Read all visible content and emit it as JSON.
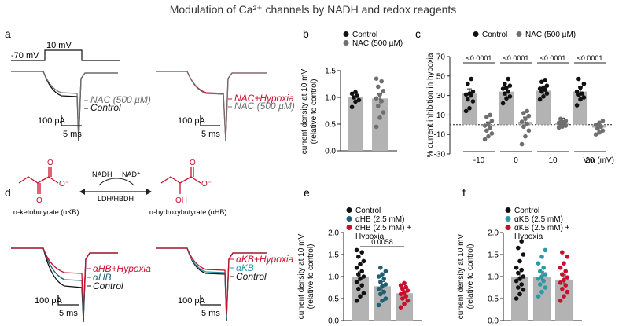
{
  "title": "Modulation of Ca²⁺ channels by NADH and redox reagents",
  "panel_labels": [
    "a",
    "b",
    "c",
    "d",
    "e",
    "f"
  ],
  "colors": {
    "black": "#111111",
    "gray": "#6f6f6f",
    "red": "#c8102e",
    "teal": "#1f5f73",
    "cyan": "#2a9aa8",
    "bar": "#b3b3b3"
  },
  "panel_a": {
    "protocol": {
      "hold": "-70 mV",
      "step": "10 mV"
    },
    "left_labels": [
      {
        "text": "NAC (500 µM)",
        "color": "#6f6f6f"
      },
      {
        "text": "Control",
        "color": "#111111"
      }
    ],
    "right_labels": [
      {
        "text": "NAC+Hypoxia",
        "color": "#c8102e"
      },
      {
        "text": "NAC (500 µM)",
        "color": "#6f6f6f"
      }
    ],
    "scale": {
      "current": "100 pA",
      "time": "5 ms"
    }
  },
  "panel_d": {
    "scheme": {
      "left_label": "α-ketobutyrate (αKB)",
      "right_label": "α-hydroxybutyrate (αHB)",
      "top_left": "NADH",
      "top_right": "NAD⁺",
      "enzyme": "LDH/HBDH"
    },
    "left_labels": [
      {
        "text": "αHB+Hypoxia",
        "color": "#c8102e"
      },
      {
        "text": "αHB",
        "color": "#1f5f73"
      },
      {
        "text": "Control",
        "color": "#111111"
      }
    ],
    "right_labels": [
      {
        "text": "αKB+Hypoxia",
        "color": "#c8102e"
      },
      {
        "text": "αKB",
        "color": "#2a9aa8"
      },
      {
        "text": "Control",
        "color": "#111111"
      }
    ],
    "scale": {
      "current": "100 pA",
      "time": "5 ms"
    }
  },
  "chart_data": [
    {
      "panel": "b",
      "type": "bar",
      "legend": [
        "Control",
        "NAC (500 µM)"
      ],
      "ylabel": "current density at 10 mV\n(relative to control)",
      "ylim": [
        0,
        1.5
      ],
      "yticks": [
        "0.0",
        "0.5",
        "1.0",
        "1.5"
      ],
      "series": [
        {
          "name": "Control",
          "mean": 1.0,
          "color": "#111111",
          "points": [
            0.82,
            0.92,
            0.95,
            1.0,
            1.03,
            1.07,
            1.1
          ]
        },
        {
          "name": "NAC (500 µM)",
          "mean": 0.98,
          "color": "#6f6f6f",
          "points": [
            0.45,
            0.62,
            0.72,
            0.84,
            0.93,
            0.98,
            1.05,
            1.12,
            1.2,
            1.3,
            1.35
          ]
        }
      ]
    },
    {
      "panel": "c",
      "type": "bar",
      "legend": [
        "Control",
        "NAC (500 µM)"
      ],
      "ylabel": "% current inhibition in hypoxia",
      "xlabel": "Vm (mV)",
      "categories": [
        "-10",
        "0",
        "10",
        "20"
      ],
      "ylim": [
        -30,
        70
      ],
      "yticks": [
        "-30",
        "-10",
        "10",
        "30",
        "50",
        "70"
      ],
      "pvalues": [
        "<0.0001",
        "<0.0001",
        "<0.0001",
        "<0.0001"
      ],
      "series": [
        {
          "name": "Control",
          "color": "#111111",
          "values": [
            32,
            34,
            35,
            34
          ],
          "points": [
            [
              14,
              17,
              24,
              26,
              30,
              31,
              32,
              34,
              42,
              47
            ],
            [
              22,
              27,
              29,
              32,
              34,
              37,
              38,
              40,
              42,
              47
            ],
            [
              26,
              29,
              32,
              34,
              36,
              37,
              38,
              40,
              44,
              46
            ],
            [
              20,
              26,
              28,
              31,
              32,
              34,
              38,
              42,
              47
            ]
          ]
        },
        {
          "name": "NAC (500 µM)",
          "color": "#6f6f6f",
          "values": [
            -2,
            3,
            2,
            -3
          ],
          "points": [
            [
              -15,
              -12,
              -9,
              -6,
              -3,
              -1,
              1,
              4,
              8,
              10
            ],
            [
              -20,
              -12,
              -6,
              -2,
              1,
              3,
              6,
              9,
              12,
              14
            ],
            [
              -3,
              -2,
              -1,
              0,
              1,
              2,
              3,
              4,
              6
            ],
            [
              -10,
              -8,
              -6,
              -4,
              -2,
              0,
              2,
              4
            ]
          ]
        }
      ]
    },
    {
      "panel": "e",
      "type": "bar",
      "legend": [
        "Control",
        "αHB (2.5 mM)",
        "αHB (2.5 mM) +",
        "Hypoxia"
      ],
      "ylabel": "current density at 10 mV\n(relative to control)",
      "ylim": [
        0,
        2.0
      ],
      "yticks": [
        "0.0",
        "0.5",
        "1.0",
        "1.5",
        "2.0"
      ],
      "pvalue": "0.0058",
      "series": [
        {
          "name": "Control",
          "mean": 1.0,
          "color": "#111111",
          "points": [
            0.45,
            0.55,
            0.62,
            0.72,
            0.8,
            0.88,
            0.95,
            1.0,
            1.05,
            1.12,
            1.2,
            1.28,
            1.35,
            1.45,
            1.55,
            1.6
          ]
        },
        {
          "name": "αHB (2.5 mM)",
          "mean": 0.78,
          "color": "#1f5f73",
          "points": [
            0.35,
            0.45,
            0.5,
            0.6,
            0.65,
            0.72,
            0.78,
            0.82,
            0.88,
            0.95,
            1.0,
            1.05,
            1.12,
            1.2
          ]
        },
        {
          "name": "αHB (2.5 mM) + Hypoxia",
          "mean": 0.62,
          "color": "#c8102e",
          "points": [
            0.3,
            0.38,
            0.45,
            0.5,
            0.55,
            0.6,
            0.64,
            0.68,
            0.72,
            0.76,
            0.8,
            0.85
          ]
        }
      ]
    },
    {
      "panel": "f",
      "type": "bar",
      "legend": [
        "Control",
        "αKB (2.5 mM)",
        "αKB (2.5 mM) +",
        "Hypoxia"
      ],
      "ylabel": "current density at 10 mV\n(relative to control)",
      "ylim": [
        0,
        2.0
      ],
      "yticks": [
        "0.0",
        "0.5",
        "1.0",
        "1.5",
        "2.0"
      ],
      "series": [
        {
          "name": "Control",
          "mean": 1.0,
          "color": "#111111",
          "points": [
            0.5,
            0.6,
            0.7,
            0.75,
            0.82,
            0.9,
            0.95,
            1.0,
            1.08,
            1.15,
            1.2,
            1.35,
            1.5,
            1.65,
            1.8
          ]
        },
        {
          "name": "αKB (2.5 mM)",
          "mean": 1.0,
          "color": "#2a9aa8",
          "points": [
            0.55,
            0.65,
            0.75,
            0.82,
            0.9,
            0.95,
            1.0,
            1.05,
            1.12,
            1.2,
            1.3,
            1.45,
            1.6
          ]
        },
        {
          "name": "αKB (2.5 mM) + Hypoxia",
          "mean": 0.93,
          "color": "#c8102e",
          "points": [
            0.45,
            0.55,
            0.65,
            0.72,
            0.8,
            0.86,
            0.92,
            0.98,
            1.05,
            1.12,
            1.2,
            1.3,
            1.45,
            1.55
          ]
        }
      ]
    }
  ]
}
